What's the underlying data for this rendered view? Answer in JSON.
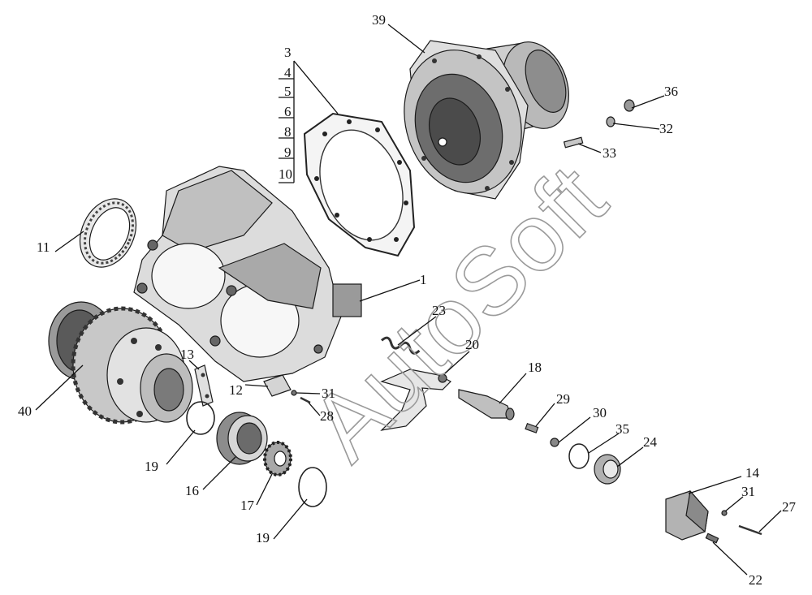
{
  "watermark": "AutoSoft",
  "callouts": {
    "n1": "1",
    "n3": "3",
    "n4": "4",
    "n5": "5",
    "n6": "6",
    "n8": "8",
    "n9": "9",
    "n10": "10",
    "n11": "11",
    "n12": "12",
    "n13": "13",
    "n14": "14",
    "n16": "16",
    "n17": "17",
    "n18": "18",
    "n19a": "19",
    "n19b": "19",
    "n20": "20",
    "n22": "22",
    "n23": "23",
    "n24": "24",
    "n27": "27",
    "n28": "28",
    "n29": "29",
    "n30": "30",
    "n31a": "31",
    "n31b": "31",
    "n32": "32",
    "n33": "33",
    "n35": "35",
    "n36": "36",
    "n39": "39",
    "n40": "40"
  }
}
